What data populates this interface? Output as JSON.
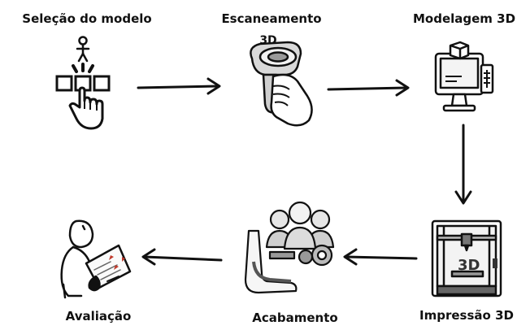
{
  "steps": [
    {
      "id": "selecao",
      "label": "Seleção do modelo",
      "icon": "model-selection-icon"
    },
    {
      "id": "escaneamento",
      "label": "Escaneamento",
      "sub": "3D",
      "icon": "3d-scanner-icon"
    },
    {
      "id": "modelagem",
      "label": "Modelagem 3D",
      "icon": "3d-modeling-computer-icon"
    },
    {
      "id": "impressao",
      "label": "Impressão 3D",
      "icon": "3d-printer-icon"
    },
    {
      "id": "acabamento",
      "label": "Acabamento",
      "icon": "finishing-team-icon"
    },
    {
      "id": "avaliacao",
      "label": "Avaliação",
      "icon": "evaluation-person-icon"
    }
  ],
  "colors": {
    "ink": "#111111",
    "accent_red": "#c0392b",
    "gray": "#8a8a8a"
  }
}
